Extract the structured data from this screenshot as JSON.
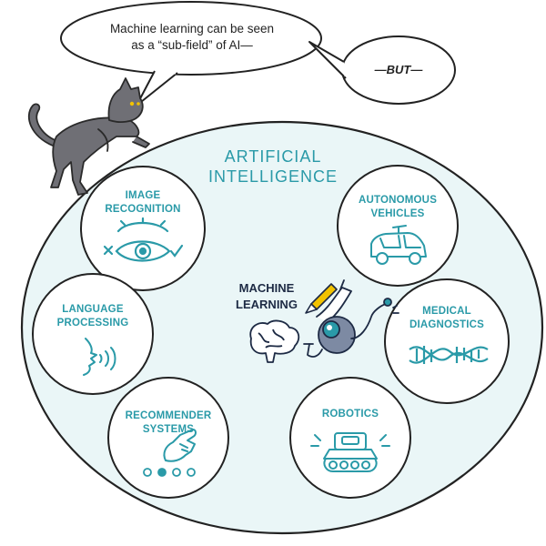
{
  "speech": {
    "line1": "Machine learning can be seen",
    "line2": "as a “sub-field” of AI—",
    "but": "—BUT—"
  },
  "diagram": {
    "outer_title_line1": "ARTIFICIAL",
    "outer_title_line2": "INTELLIGENCE",
    "center_line1": "MACHINE",
    "center_line2": "LEARNING",
    "nodes": [
      {
        "id": "image",
        "line1": "IMAGE",
        "line2": "RECOGNITION",
        "icon": "eye-icon"
      },
      {
        "id": "vehicles",
        "line1": "AUTONOMOUS",
        "line2": "VEHICLES",
        "icon": "car-icon"
      },
      {
        "id": "language",
        "line1": "LANGUAGE",
        "line2": "PROCESSING",
        "icon": "speaking-face-icon"
      },
      {
        "id": "medical",
        "line1": "MEDICAL",
        "line2": "DIAGNOSTICS",
        "icon": "dna-icon"
      },
      {
        "id": "recommender",
        "line1": "RECOMMENDER",
        "line2": "SYSTEMS",
        "icon": "pointing-hand-icon"
      },
      {
        "id": "robotics",
        "line1": "ROBOTICS",
        "line2": "",
        "icon": "robot-tank-icon"
      }
    ]
  },
  "colors": {
    "teal": "#2a9aa8",
    "outline": "#222222",
    "circle_fill": "#eaf6f7",
    "cat": "#6f6f75"
  }
}
